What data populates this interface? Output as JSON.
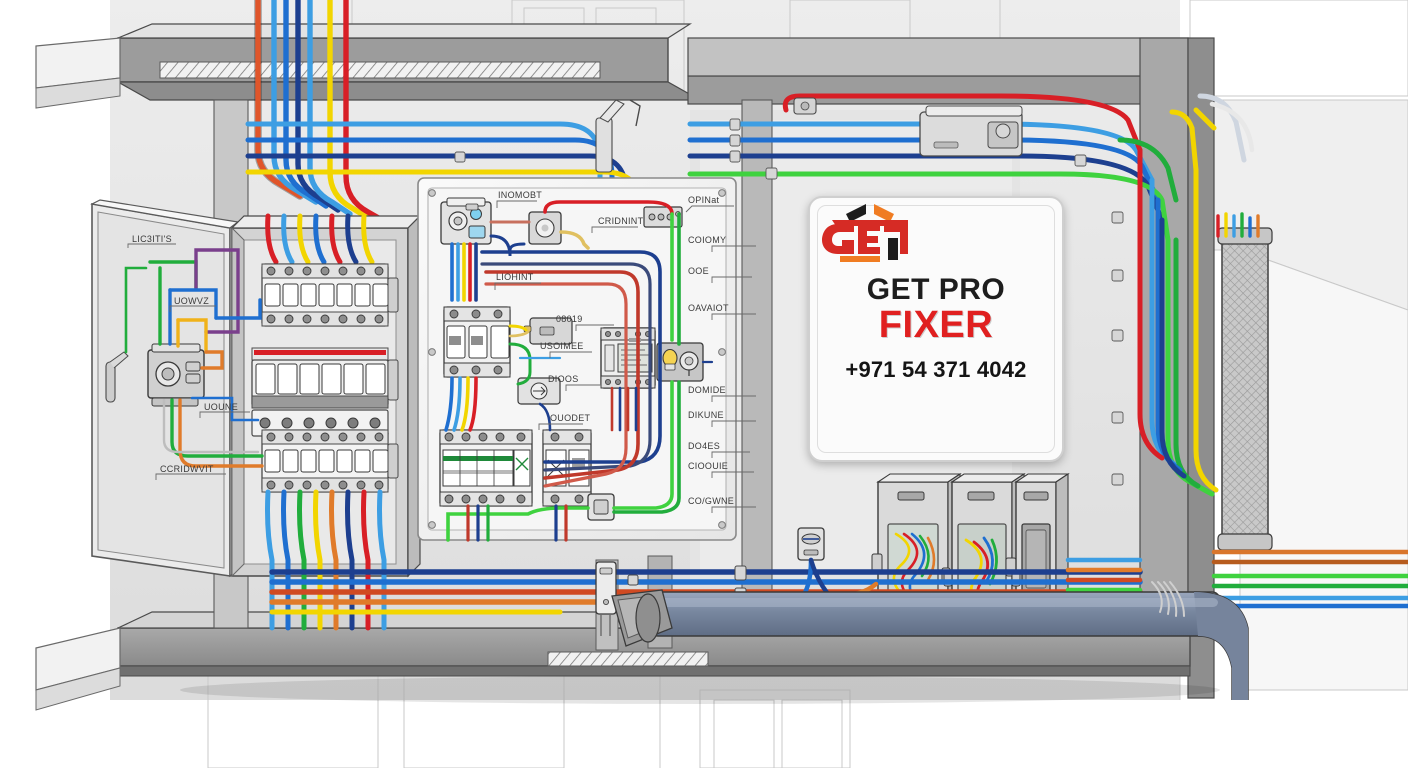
{
  "scene": {
    "title": "Electrical Panel Wiring Illustration",
    "description": "Technical cutaway illustration of building electrical installation with distribution boards, circuit breakers, cable trays and colored wiring"
  },
  "brand_card": {
    "logo_icon": "get-pro-fixer-house-logo",
    "logo_word": "GET",
    "name_line1": "GET PRO",
    "name_line2": "FIXER",
    "phone": "+971 54 371 4042",
    "colors": {
      "red": "#e02020",
      "dark_red": "#c0392b",
      "orange": "#f07c22",
      "black": "#1d1d1d",
      "card_bg": "#fbfbfb",
      "card_border": "#cfcfcf"
    }
  },
  "left_panel": {
    "name": "left-distribution-board",
    "door_labels": [
      "LIC3ITI'S",
      "UOWVZ",
      "UOUNE",
      "CCRIDWVIT"
    ],
    "breaker_rows": [
      {
        "name": "top-breaker-row",
        "count": 7
      },
      {
        "name": "middle-breaker-row",
        "count": 6
      },
      {
        "name": "bottom-breaker-row",
        "count": 7
      }
    ],
    "meter_device": "rotary-selector-meter"
  },
  "center_panel": {
    "name": "center-control-panel",
    "labels_left": [
      "INOMOBT",
      "LIOHINT",
      "08019",
      "USOIMEE",
      "DIOOS",
      "OUODET"
    ],
    "labels_top": [
      "CRIDNINT"
    ],
    "labels_right": [
      "OPINat",
      "COIOMY",
      "OOE",
      "OAVAIOT",
      "DOMIDE",
      "DIKUNE",
      "DO4ES",
      "CIOOUIE",
      "CO/GWNE"
    ],
    "devices": [
      {
        "name": "main-rotary-switch",
        "type": "rotary-switch"
      },
      {
        "name": "timer-module",
        "type": "timer"
      },
      {
        "name": "contactor-module",
        "type": "contactor"
      },
      {
        "name": "energy-meter-display",
        "type": "digital-meter"
      },
      {
        "name": "indicator-lamp-panel",
        "type": "pilot-lamp"
      },
      {
        "name": "terminal-block",
        "type": "terminal"
      },
      {
        "name": "rcd-breaker-pair",
        "type": "rcd"
      },
      {
        "name": "busbar-breaker-bank",
        "type": "breaker-bank"
      }
    ]
  },
  "cabinets": {
    "name": "floor-mounted-cabinet-row",
    "count": 3,
    "items": [
      {
        "name": "cabinet-1",
        "door": "open-glass",
        "contents": "wire-bundle"
      },
      {
        "name": "cabinet-2",
        "door": "open-glass",
        "contents": "wire-bundle"
      },
      {
        "name": "cabinet-3",
        "door": "closed",
        "contents": "empty"
      }
    ]
  },
  "wiring": {
    "colors": {
      "red": "#d81f26",
      "blue": "#1f6fd0",
      "light_blue": "#3d9ee3",
      "navy": "#1d3f8f",
      "yellow": "#f2d500",
      "green": "#21ad3c",
      "bright_green": "#3fd23f",
      "orange": "#e07b2a",
      "brown": "#a1531f",
      "white": "#f2f2f2",
      "grey_conduit": "#7d8da8"
    },
    "conduit_label": "main-cable-conduit",
    "flexible_conduit_label": "flexible-metal-conduit"
  },
  "structure": {
    "wall_light": "#f4f4f4",
    "wall_mid": "#d9d9d9",
    "slab_dark": "#8e8e8e",
    "slab_mid": "#b5b5b5",
    "outline": "#4a4a4a"
  }
}
